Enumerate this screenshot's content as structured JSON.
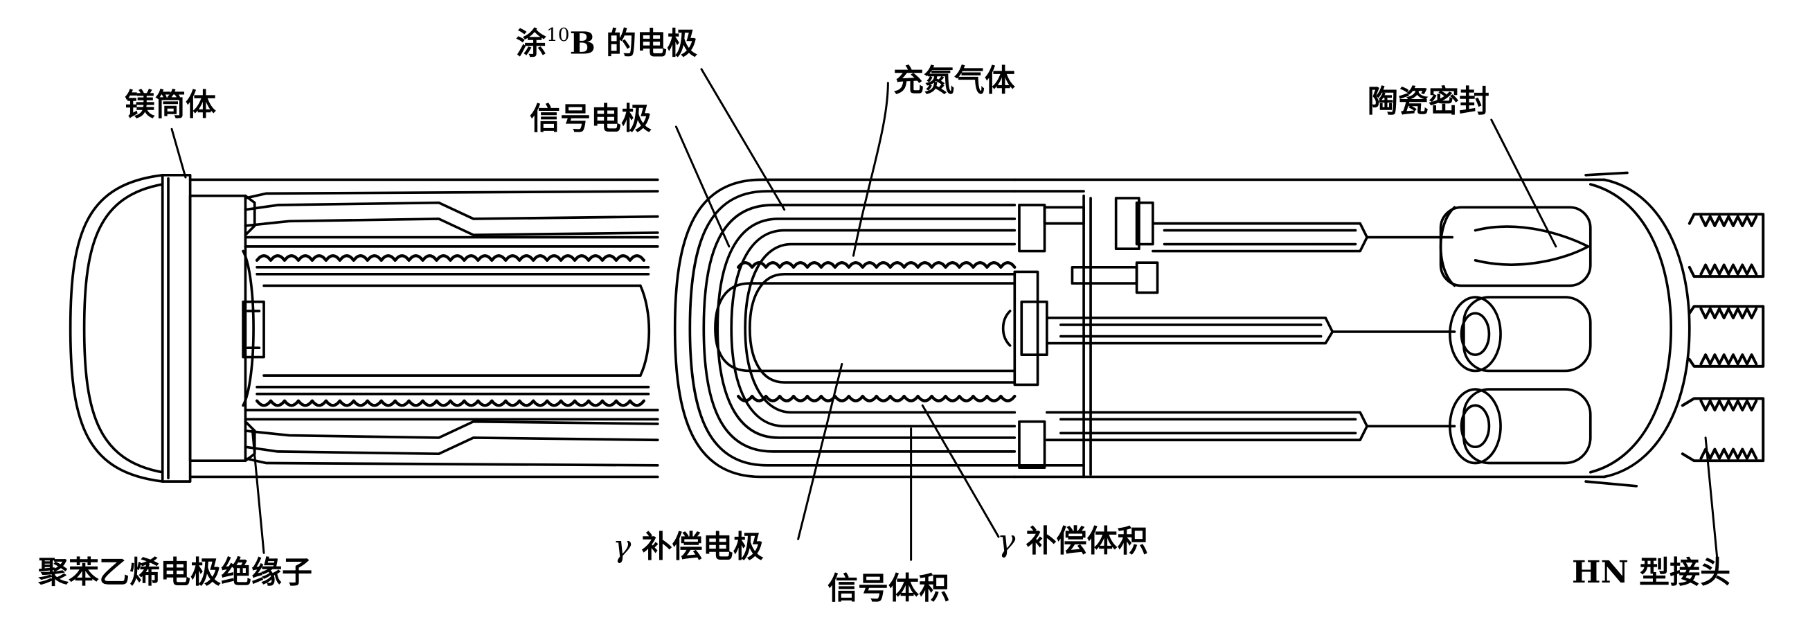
{
  "labels": {
    "boron_electrode_prefix": "涂",
    "boron_electrode_sup": "10",
    "boron_electrode_element": "B",
    "boron_electrode_suffix": " 的电极",
    "mg_cylinder": "镁筒体",
    "signal_electrode": "信号电极",
    "nitrogen_gas": "充氮气体",
    "ceramic_seal": "陶瓷密封",
    "insulator": "聚苯乙烯电极绝缘子",
    "gamma_symbol": "γ",
    "gamma_comp_electrode": " 补偿电极",
    "signal_volume": "信号体积",
    "gamma_comp_volume": " 补偿体积",
    "hn_latin": "HN",
    "hn_connector": " 型接头"
  }
}
